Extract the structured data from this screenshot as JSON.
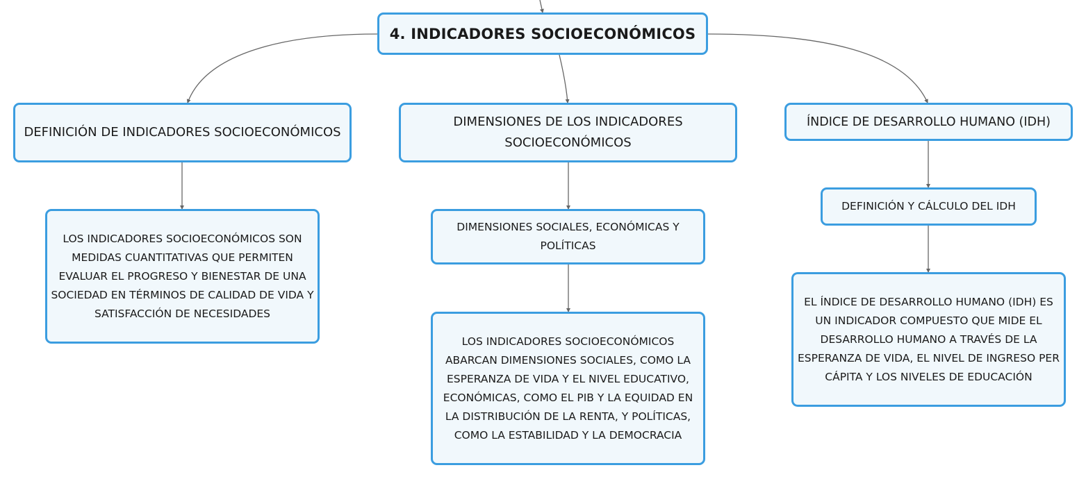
{
  "root": {
    "label": "4. INDICADORES SOCIOECONÓMICOS"
  },
  "branches": [
    {
      "title": "DEFINICIÓN DE INDICADORES SOCIOECONÓMICOS",
      "detail": "LOS INDICADORES SOCIOECONÓMICOS SON MEDIDAS CUANTITATIVAS QUE PERMITEN EVALUAR EL PROGRESO Y BIENESTAR DE UNA SOCIEDAD EN TÉRMINOS DE CALIDAD DE VIDA Y SATISFACCIÓN DE NECESIDADES"
    },
    {
      "title": "DIMENSIONES DE LOS INDICADORES SOCIOECONÓMICOS",
      "subtopic": "DIMENSIONES SOCIALES, ECONÓMICAS Y POLÍTICAS",
      "detail": "LOS INDICADORES SOCIOECONÓMICOS ABARCAN DIMENSIONES SOCIALES, COMO LA ESPERANZA DE VIDA Y EL NIVEL EDUCATIVO, ECONÓMICAS, COMO EL PIB Y LA EQUIDAD EN LA DISTRIBUCIÓN DE LA RENTA, Y POLÍTICAS, COMO LA ESTABILIDAD Y LA DEMOCRACIA"
    },
    {
      "title": "ÍNDICE DE DESARROLLO HUMANO (IDH)",
      "subtopic": "DEFINICIÓN Y CÁLCULO DEL IDH",
      "detail": "EL ÍNDICE DE DESARROLLO HUMANO (IDH) ES UN INDICADOR COMPUESTO QUE MIDE EL DESARROLLO HUMANO A TRAVÉS DE LA ESPERANZA DE VIDA, EL NIVEL DE INGRESO PER CÁPITA Y LOS NIVELES DE EDUCACIÓN"
    }
  ],
  "colors": {
    "node_border": "#3b9de0",
    "node_fill": "#f1f8fc",
    "connector": "#666666"
  }
}
